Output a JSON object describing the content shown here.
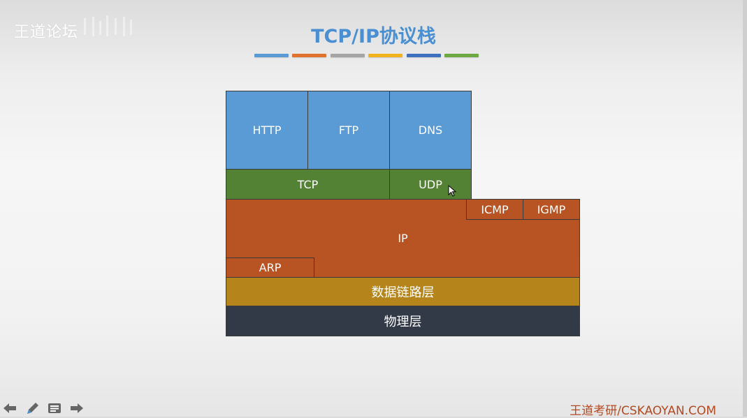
{
  "slide": {
    "watermark": "王道论坛",
    "title": "TCP/IP协议栈",
    "accent_colors": [
      "#5b9bd5",
      "#e0722e",
      "#a5a5a5",
      "#f2b41e",
      "#3f6fbf",
      "#6ea843"
    ]
  },
  "stack": {
    "application": [
      "HTTP",
      "FTP",
      "DNS"
    ],
    "transport": {
      "tcp": "TCP",
      "udp": "UDP"
    },
    "network": {
      "ip": "IP",
      "icmp": "ICMP",
      "igmp": "IGMP",
      "arp": "ARP"
    },
    "datalink": "数据链路层",
    "physical": "物理层"
  },
  "colors": {
    "application": "#5b9bd5",
    "transport": "#548235",
    "network": "#b85424",
    "datalink": "#b5851c",
    "physical": "#323a48"
  },
  "footer": {
    "brand": "王道考研/CSKAOYAN.COM",
    "nav_icons": [
      "arrow-left-icon",
      "pen-icon",
      "menu-icon",
      "arrow-right-icon"
    ]
  }
}
